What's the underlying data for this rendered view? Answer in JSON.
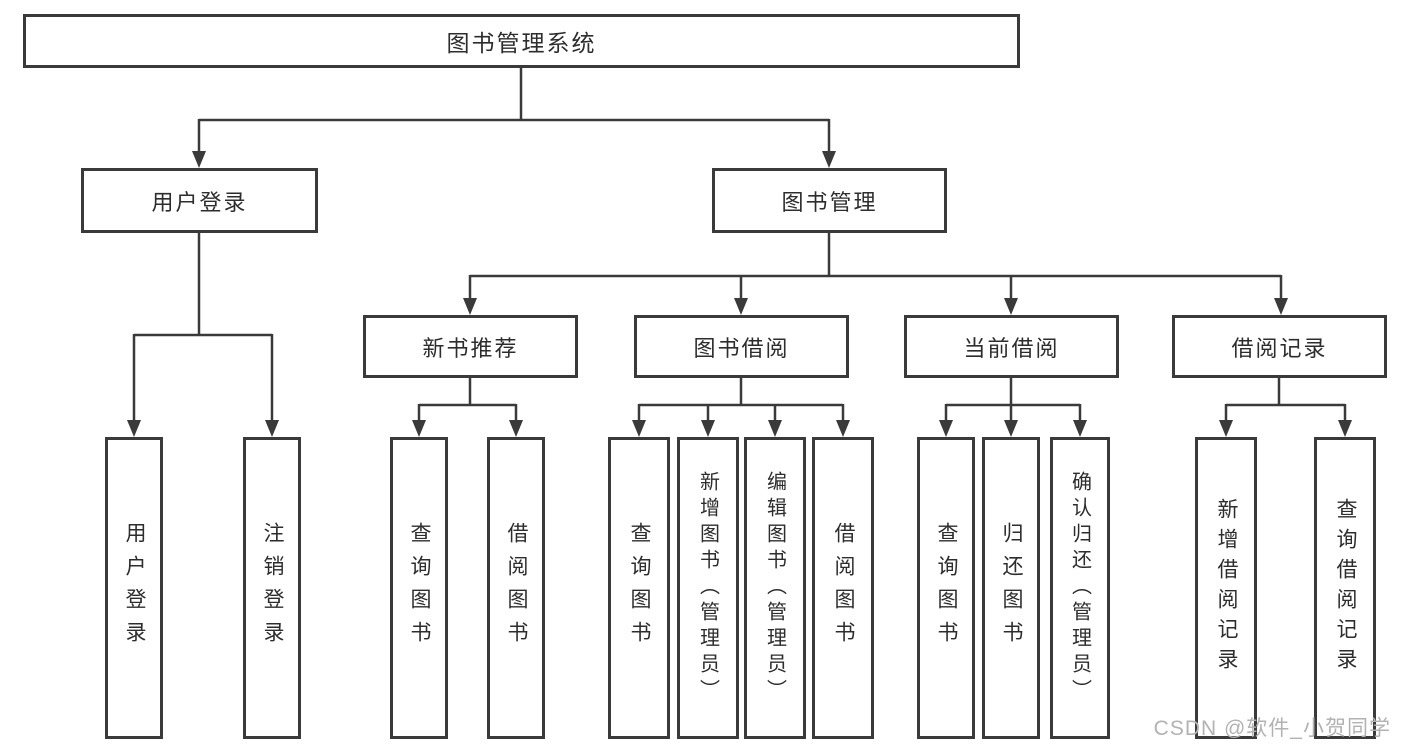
{
  "diagram_title": "图书管理系统",
  "tree": {
    "root": {
      "label": "图书管理系统",
      "children": [
        {
          "label": "用户登录",
          "children": [
            {
              "label": "用户登录"
            },
            {
              "label": "注销登录"
            }
          ]
        },
        {
          "label": "图书管理",
          "children": [
            {
              "label": "新书推荐",
              "children": [
                {
                  "label": "查询图书"
                },
                {
                  "label": "借阅图书"
                }
              ]
            },
            {
              "label": "图书借阅",
              "children": [
                {
                  "label": "查询图书"
                },
                {
                  "label": "新增图书（管理员）"
                },
                {
                  "label": "编辑图书（管理员）"
                },
                {
                  "label": "借阅图书"
                }
              ]
            },
            {
              "label": "当前借阅",
              "children": [
                {
                  "label": "查询图书"
                },
                {
                  "label": "归还图书"
                },
                {
                  "label": "确认归还（管理员）"
                }
              ]
            },
            {
              "label": "借阅记录",
              "children": [
                {
                  "label": "新增借阅记录"
                },
                {
                  "label": "查询借阅记录"
                }
              ]
            }
          ]
        }
      ]
    }
  },
  "watermark": {
    "text": "CSDN @软件_小贺同学"
  },
  "colors": {
    "line": "#3a3a3a",
    "border": "#3a3a3a",
    "text": "#2d2d2d",
    "watermark": "#b2b2b2",
    "background": "#ffffff"
  }
}
